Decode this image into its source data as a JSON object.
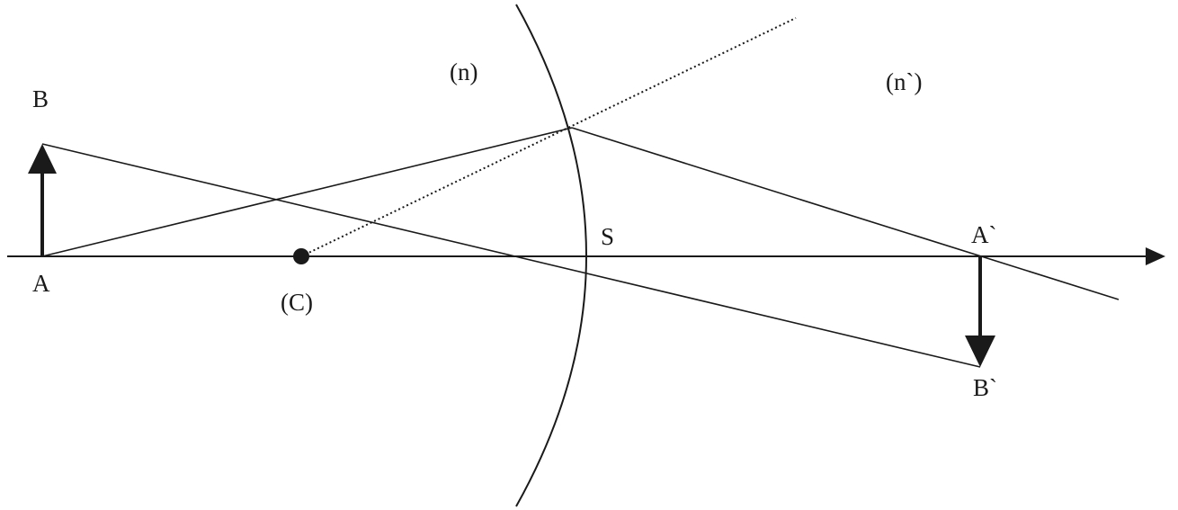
{
  "labels": {
    "object_base": "A",
    "object_tip": "B",
    "center": "(C)",
    "vertex": "S",
    "image_base": "A`",
    "image_tip": "B`",
    "medium_1": "(n)",
    "medium_2": "(n`)"
  },
  "colors": {
    "line": "#1a1a1a",
    "background": "#ffffff"
  }
}
